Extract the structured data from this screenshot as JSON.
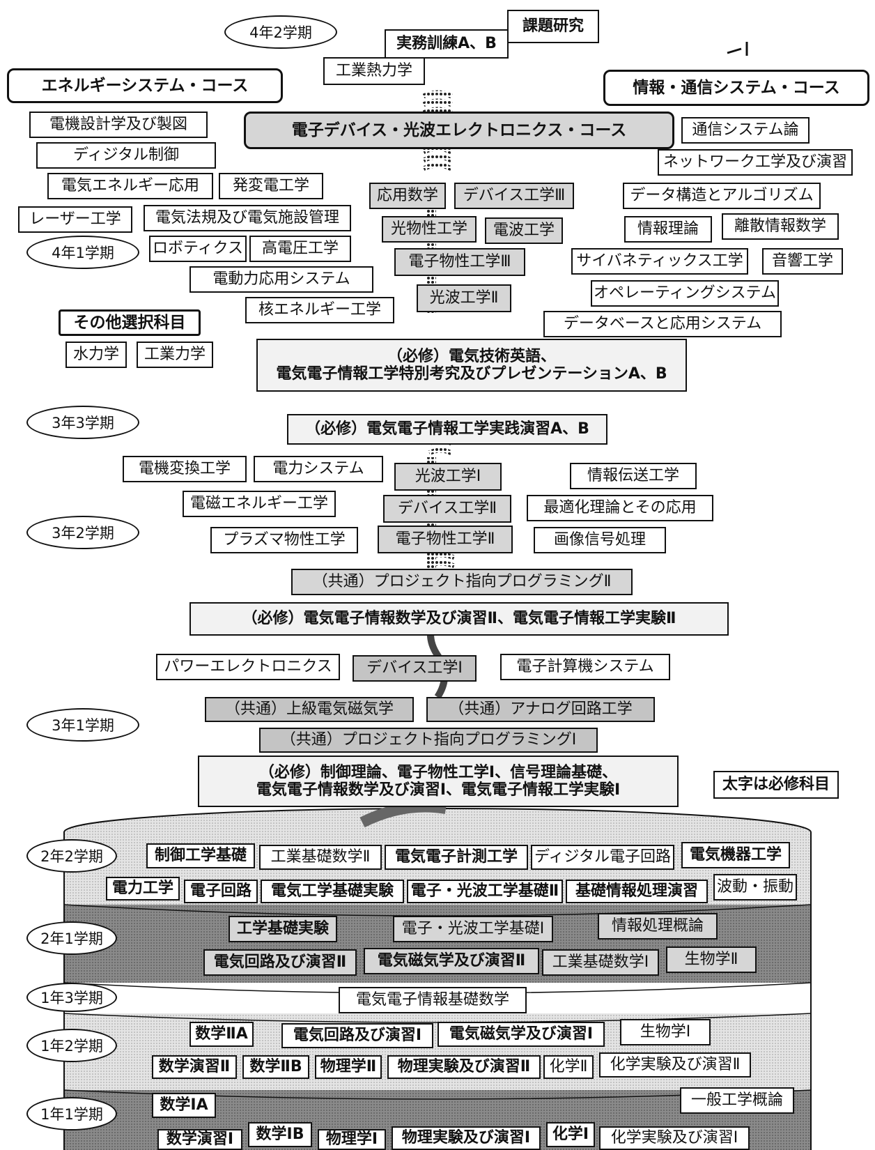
{
  "terms": {
    "y4t2": "4年2学期",
    "y4t1": "4年1学期",
    "y3t3": "3年3学期",
    "y3t2": "3年2学期",
    "y3t1": "3年1学期",
    "y2t2": "2年2学期",
    "y2t1": "2年1学期",
    "y1t3": "1年3学期",
    "y1t2": "1年2学期",
    "y1t1": "1年1学期"
  },
  "courses": {
    "energy": "エネルギーシステム・コース",
    "info": "情報・通信システム・コース",
    "device": "電子デバイス・光波エレクトロニクス・コース"
  },
  "y4t2": {
    "kadai": "課題研究",
    "jitsumu": "実務訓練A、B",
    "netsu": "工業熱力学"
  },
  "energy_subjects": {
    "denki_sekkei": "電機設計学及び製図",
    "digital_seigyo": "ディジタル制御",
    "denki_energy": "電気エネルギー応用",
    "hatsuhen": "発変電工学",
    "laser": "レーザー工学",
    "hoki": "電気法規及び電気施設管理",
    "robotics": "ロボティクス",
    "koudenatsu": "高電圧工学",
    "douryoku": "電動力応用システム",
    "kaku": "核エネルギー工学"
  },
  "other": {
    "title": "その他選択科目",
    "suiriki": "水力学",
    "kogyo_rikigaku": "工業力学"
  },
  "device_subjects": {
    "ouyou_suugaku": "応用数学",
    "device3": "デバイス工学Ⅲ",
    "hikari_bussei": "光物性工学",
    "denpa": "電波工学",
    "denshi_bussei3": "電子物性工学Ⅲ",
    "kouha2": "光波工学Ⅱ"
  },
  "info_subjects": {
    "tsushin": "通信システム論",
    "network": "ネットワーク工学及び演習",
    "data_kozo": "データ構造とアルゴリズム",
    "joho_riron": "情報理論",
    "risan": "離散情報数学",
    "cyber": "サイバネティックス工学",
    "onkyo": "音響工学",
    "os": "オペレーティングシステム",
    "db": "データベースと応用システム"
  },
  "required_4": {
    "line1": "（必修）電気技術英語、",
    "line2": "電気電子情報工学特別考究及びプレゼンテーションA、B"
  },
  "y3t3": {
    "jissen": "（必修）電気電子情報工学実践演習A、B"
  },
  "y3t2": {
    "denki_henkan": "電機変換工学",
    "denryoku": "電力システム",
    "kouha1": "光波工学Ⅰ",
    "joho_densou": "情報伝送工学",
    "denji_energy": "電磁エネルギー工学",
    "device2": "デバイス工学Ⅱ",
    "saiteki": "最適化理論とその応用",
    "plasma": "プラズマ物性工学",
    "denshi_bussei2": "電子物性工学Ⅱ",
    "gazou": "画像信号処理",
    "project2": "（共通）プロジェクト指向プログラミングⅡ",
    "hisshu": "（必修）電気電子情報数学及び演習Ⅱ、電気電子情報工学実験Ⅱ"
  },
  "y3t1": {
    "power": "パワーエレクトロニクス",
    "device1": "デバイス工学Ⅰ",
    "keisanki": "電子計算機システム",
    "joukyu": "（共通）上級電気磁気学",
    "analog": "（共通）アナログ回路工学",
    "project1": "（共通）プロジェクト指向プログラミングⅠ",
    "hisshu_line1": "（必修）制御理論、電子物性工学Ⅰ、信号理論基礎、",
    "hisshu_line2": "電気電子情報数学及び演習Ⅰ、電気電子情報工学実験Ⅰ"
  },
  "legend": "太字は必修科目",
  "y2t2": {
    "seigyo_kiso": "制御工学基礎",
    "kougyo_suugaku2": "工業基礎数学Ⅱ",
    "keisoku": "電気電子計測工学",
    "digital_kairo": "ディジタル電子回路",
    "denki_kiki": "電気機器工学",
    "denryoku_kougaku": "電力工学",
    "denshi_kairo": "電子回路",
    "kiso_jikken": "電気工学基礎実験",
    "kouha_kiso2": "電子・光波工学基礎Ⅱ",
    "kiso_joho": "基礎情報処理演習",
    "hadou": "波動・振動"
  },
  "y2t1": {
    "kougaku_jikken": "工学基礎実験",
    "kouha_kiso1": "電子・光波工学基礎Ⅰ",
    "joho_gairon": "情報処理概論",
    "kairo2": "電気回路及び演習Ⅱ",
    "jiki2": "電気磁気学及び演習Ⅱ",
    "kougyo_suugaku1": "工業基礎数学Ⅰ",
    "seibutsu2": "生物学Ⅱ"
  },
  "y1t3": {
    "kiso_suugaku": "電気電子情報基礎数学"
  },
  "y1t2": {
    "suugaku2a": "数学ⅡA",
    "kairo1": "電気回路及び演習Ⅰ",
    "jiki1": "電気磁気学及び演習Ⅰ",
    "seibutsu1": "生物学Ⅰ",
    "enshu2": "数学演習Ⅱ",
    "suugaku2b": "数学ⅡB",
    "butsuri2": "物理学Ⅱ",
    "butsuri_jikken2": "物理実験及び演習Ⅱ",
    "kagaku2": "化学Ⅱ",
    "kagaku_jikken2": "化学実験及び演習Ⅱ"
  },
  "y1t1": {
    "suugaku1a": "数学ⅠA",
    "ippan": "一般工学概論",
    "enshu1": "数学演習Ⅰ",
    "suugaku1b": "数学ⅠB",
    "butsuri1": "物理学Ⅰ",
    "butsuri_jikken1": "物理実験及び演習Ⅰ",
    "kagaku1": "化学Ⅰ",
    "kagaku_jikken1": "化学実験及び演習Ⅰ"
  },
  "colors": {
    "band_dark": "#8e8e8e",
    "band_light": "#e2e2e2",
    "box_gray": "#d6d6d6"
  }
}
